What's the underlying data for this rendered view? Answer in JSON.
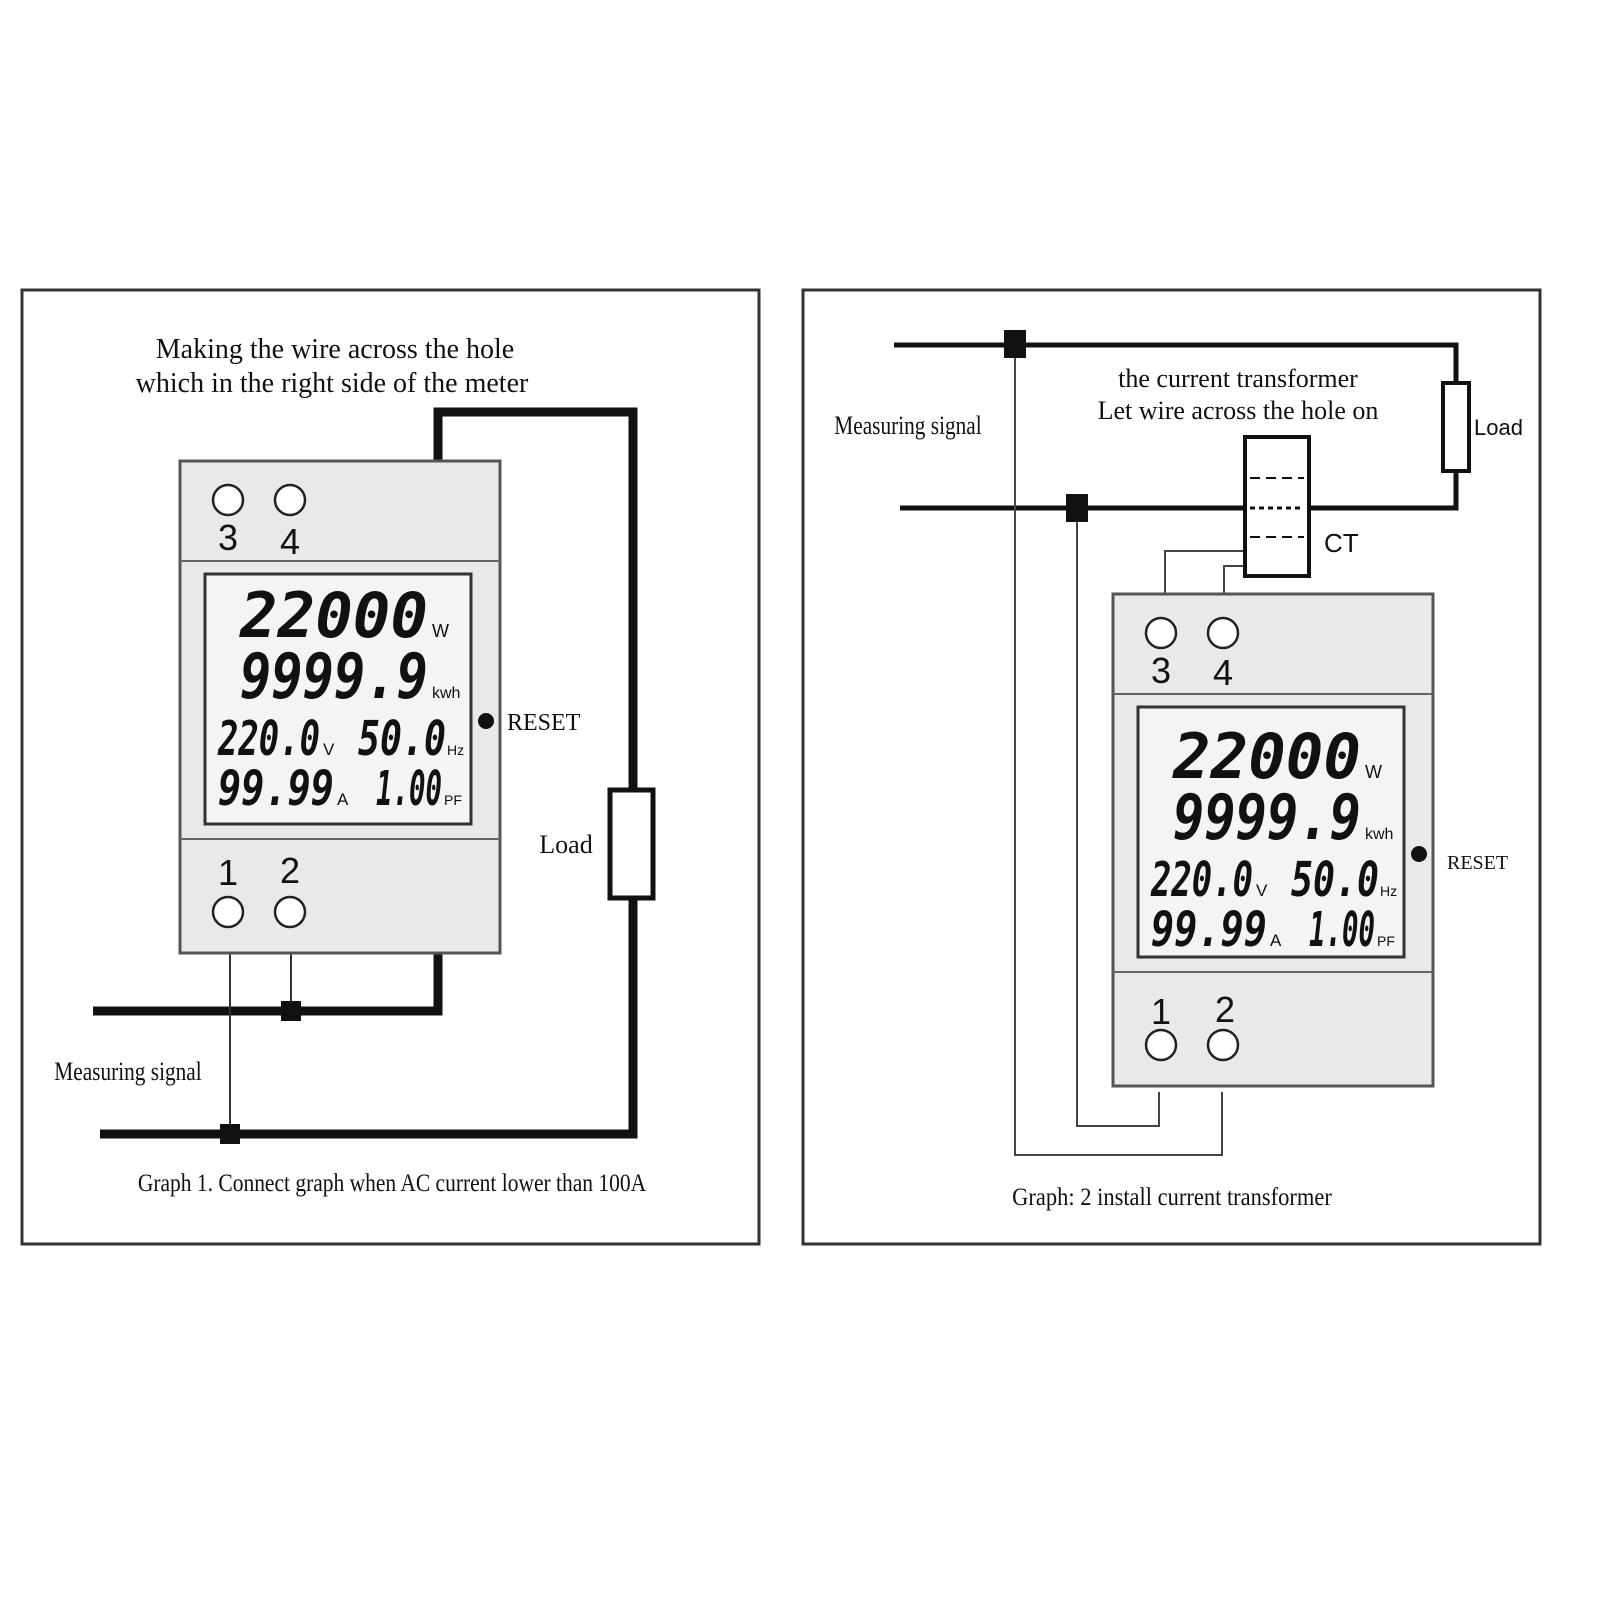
{
  "colors": {
    "ink": "#111111",
    "paper": "#ffffff",
    "meter_body": "#e9e9e9",
    "meter_stroke": "#555555",
    "lcd_bg": "#f4f4f4"
  },
  "graph1": {
    "heading_line1": "Making the wire across the hole",
    "heading_line2": "which in the right side of the meter",
    "signal_label": "Measuring signal",
    "load_label": "Load",
    "caption": "Graph 1. Connect graph when AC current lower than 100A"
  },
  "graph2": {
    "heading_line1": "the current transformer",
    "heading_line2": "Let wire across the hole on",
    "signal_label": "Measuring signal",
    "load_label": "Load",
    "ct_label": "CT",
    "caption": "Graph: 2 install current transformer"
  },
  "meter": {
    "terminal_3": "3",
    "terminal_4": "4",
    "terminal_1": "1",
    "terminal_2": "2",
    "reset_label": "RESET",
    "power_value": "22000",
    "power_unit": "W",
    "energy_value": "9999.9",
    "energy_unit": "kwh",
    "voltage_value": "220.0",
    "voltage_unit": "V",
    "frequency_value": "50.0",
    "frequency_unit": "Hz",
    "current_value": "99.99",
    "current_unit": "A",
    "pf_value": "1.00",
    "pf_unit": "PF"
  }
}
